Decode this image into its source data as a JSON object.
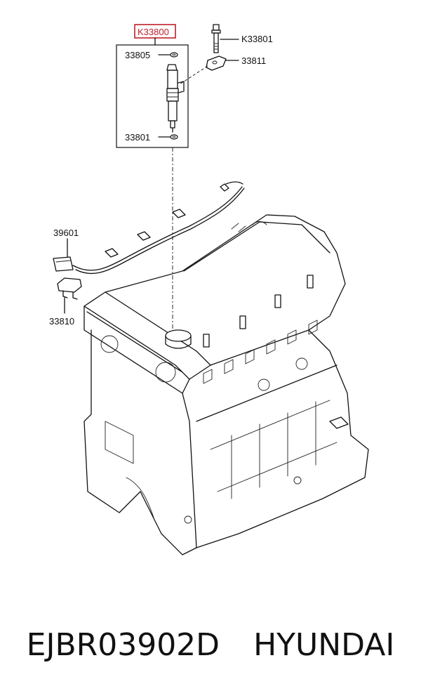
{
  "callouts": {
    "assembly": "K33800",
    "bolt": "K33801",
    "washer_top": "33805",
    "clamp": "33811",
    "washer_bottom": "33801",
    "wiring": "39601",
    "bracket": "33810"
  },
  "colors": {
    "highlight": "#c0202a",
    "line": "#111111",
    "background": "#ffffff"
  },
  "caption": {
    "part_code": "EJBR03902D",
    "brand": "HYUNDAI"
  }
}
